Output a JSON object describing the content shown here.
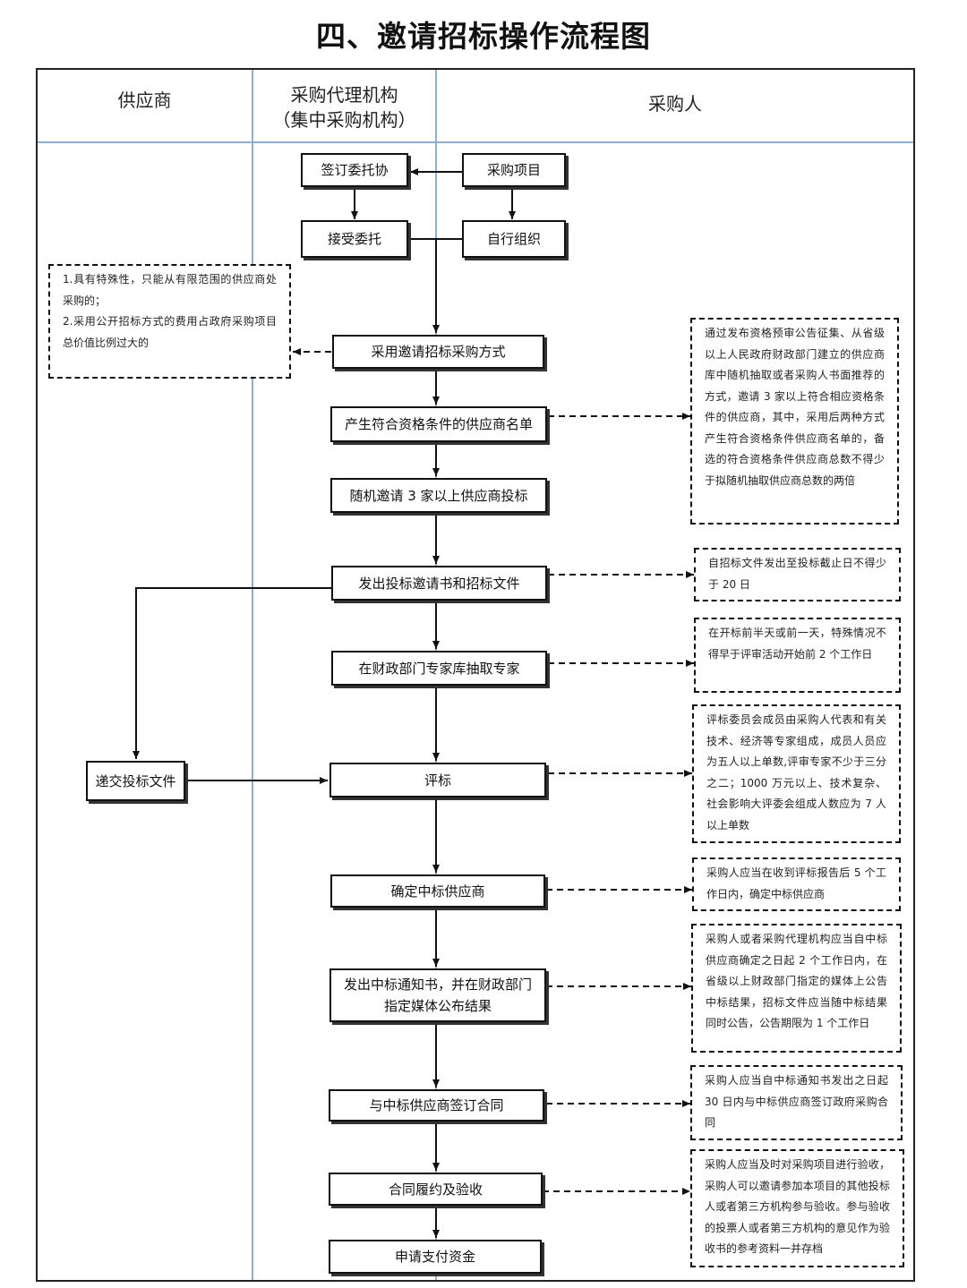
{
  "title": "四、邀请招标操作流程图",
  "lanes": {
    "supplier": "供应商",
    "agency_line1": "采购代理机构",
    "agency_line2": "（集中采购机构）",
    "purchaser": "采购人"
  },
  "steps": {
    "sign_entrust": "签订委托协",
    "accept_entrust": "接受委托",
    "purchase_project": "采购项目",
    "self_organize": "自行组织",
    "adopt_method": "采用邀请招标采购方式",
    "generate_list": "产生符合资格条件的供应商名单",
    "random_invite": "随机邀请 3 家以上供应商投标",
    "issue_invitation": "发出投标邀请书和招标文件",
    "extract_experts": "在财政部门专家库抽取专家",
    "submit_bid": "递交投标文件",
    "evaluate": "评标",
    "determine_winner": "确定中标供应商",
    "notice_line1": "发出中标通知书，并在财政部门",
    "notice_line2": "指定媒体公布结果",
    "sign_contract": "与中标供应商签订合同",
    "perform_accept": "合同履约及验收",
    "apply_payment": "申请支付资金"
  },
  "notes": {
    "conditions": "1.具有特殊性，只能从有限范围的供应商处采购的；\n2.采用公开招标方式的费用占政府采购项目总价值比例过大的",
    "supplier_list": "通过发布资格预审公告征集、从省级以上人民政府财政部门建立的供应商库中随机抽取或者采购人书面推荐的方式，邀请 3 家以上符合相应资格条件的供应商，其中，采用后两种方式产生符合资格条件供应商名单的，备选的符合资格条件供应商总数不得少于拟随机抽取供应商总数的两倍",
    "deadline": "自招标文件发出至投标截止日不得少于 20 日",
    "expert_time": "在开标前半天或前一天，特殊情况不得早于评审活动开始前 2 个工作日",
    "committee": "评标委员会成员由采购人代表和有关技术、经济等专家组成，成员人员应为五人以上单数,评审专家不少于三分之二；1000 万元以上、技术复杂、社会影响大评委会组成人数应为 7 人以上单数",
    "winner_time": "采购人应当在收到评标报告后 5 个工作日内，确定中标供应商",
    "announce": "采购人或者采购代理机构应当自中标供应商确定之日起 2 个工作日内，在省级以上财政部门指定的媒体上公告中标结果，招标文件应当随中标结果同时公告，公告期限为 1 个工作日",
    "contract_time": "采购人应当自中标通知书发出之日起 30 日内与中标供应商签订政府采购合同",
    "acceptance": "采购人应当及时对采购项目进行验收，采购人可以邀请参加本项目的其他投标人或者第三方机构参与验收。参与验收的投票人或者第三方机构的意见作为验收书的参考资料一并存档"
  },
  "colors": {
    "lane_line": "#8fb0d6",
    "border": "#111111"
  }
}
